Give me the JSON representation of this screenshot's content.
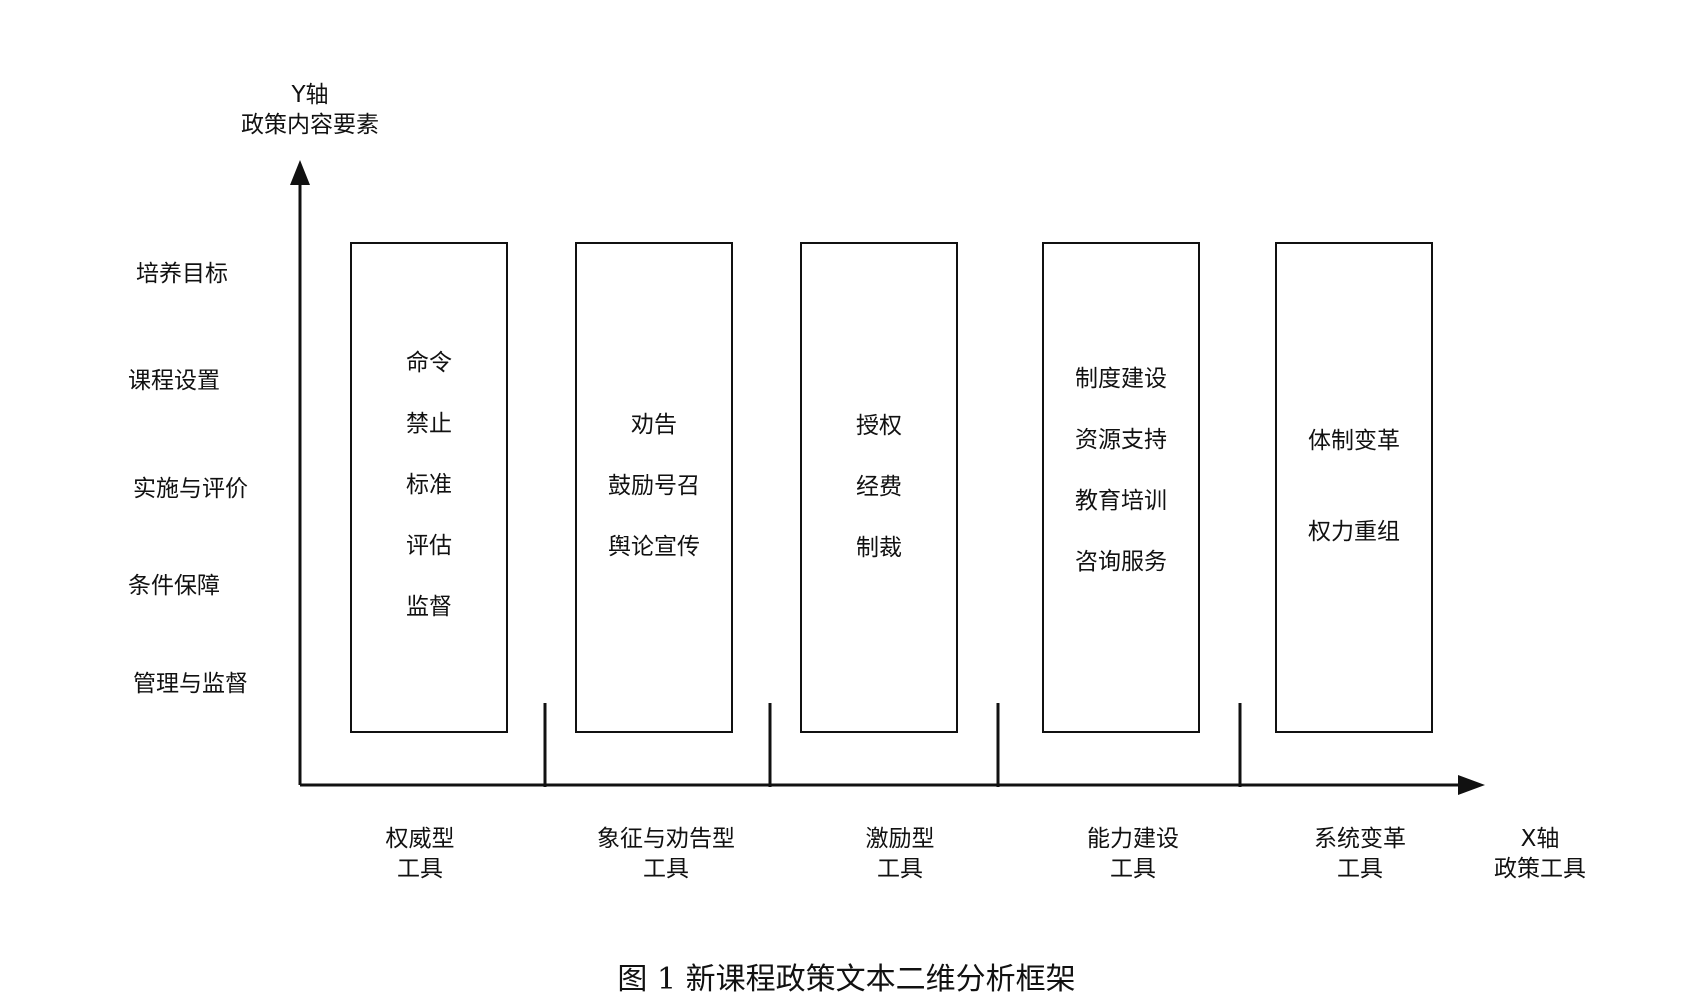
{
  "y_axis": {
    "title_line1": "Y轴",
    "title_line2": "政策内容要素",
    "labels": [
      "培养目标",
      "课程设置",
      "实施与评价",
      "条件保障",
      "管理与监督"
    ]
  },
  "x_axis": {
    "title_line1": "X轴",
    "title_line2": "政策工具"
  },
  "tools": [
    {
      "name_line1": "权威型",
      "name_line2": "工具",
      "items": [
        "命令",
        "禁止",
        "标准",
        "评估",
        "监督"
      ]
    },
    {
      "name_line1": "象征与劝告型",
      "name_line2": "工具",
      "items": [
        "劝告",
        "鼓励号召",
        "舆论宣传"
      ]
    },
    {
      "name_line1": "激励型",
      "name_line2": "工具",
      "items": [
        "授权",
        "经费",
        "制裁"
      ]
    },
    {
      "name_line1": "能力建设",
      "name_line2": "工具",
      "items": [
        "制度建设",
        "资源支持",
        "教育培训",
        "咨询服务"
      ]
    },
    {
      "name_line1": "系统变革",
      "name_line2": "工具",
      "items": [
        "体制变革",
        "权力重组"
      ]
    }
  ],
  "caption": "图 1  新课程政策文本二维分析框架"
}
